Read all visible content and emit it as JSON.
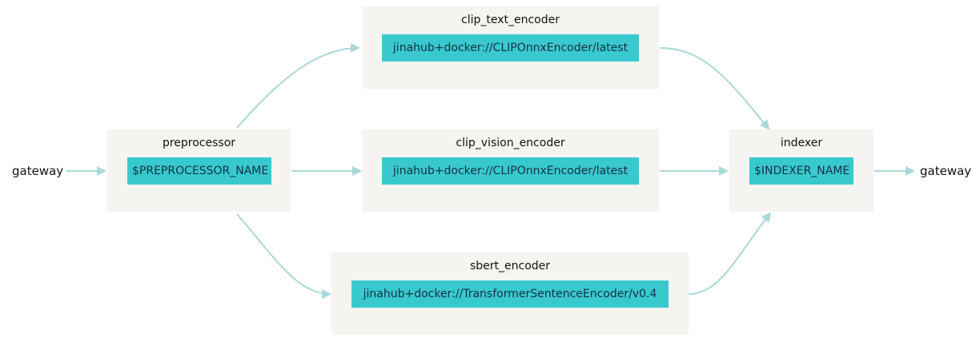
{
  "gateway_in": "gateway",
  "gateway_out": "gateway",
  "executors": {
    "preprocessor": {
      "title": "preprocessor",
      "uses": "$PREPROCESSOR_NAME"
    },
    "clip_text_encoder": {
      "title": "clip_text_encoder",
      "uses": "jinahub+docker://CLIPOnnxEncoder/latest"
    },
    "clip_vision_encoder": {
      "title": "clip_vision_encoder",
      "uses": "jinahub+docker://CLIPOnnxEncoder/latest"
    },
    "sbert_encoder": {
      "title": "sbert_encoder",
      "uses": "jinahub+docker://TransformerSentenceEncoder/v0.4"
    },
    "indexer": {
      "title": "indexer",
      "uses": "$INDEXER_NAME"
    }
  },
  "colors": {
    "cluster_bg": "#f5f4f0",
    "node_bg": "#38c9cf",
    "edge": "#a8d8da"
  }
}
